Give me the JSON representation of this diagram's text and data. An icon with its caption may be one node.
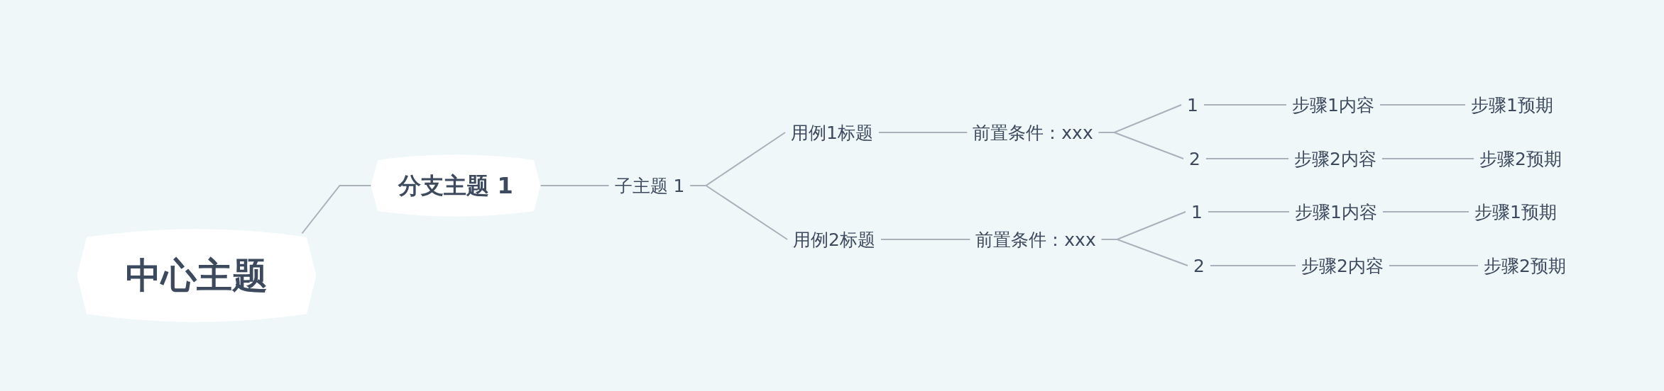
{
  "diagram": {
    "nodes": [
      {
        "text": [
          "中心主题"
        ]
      },
      {
        "text": [
          "分支主题 1"
        ]
      },
      {
        "text": [
          "子主题 1"
        ]
      },
      {
        "text": [
          "用例1标题"
        ]
      },
      {
        "text": [
          "前置条件：xxx"
        ]
      },
      {
        "text": [
          "1"
        ]
      },
      {
        "text": [
          "步骤1内容"
        ]
      },
      {
        "text": [
          "步骤1预期"
        ]
      },
      {
        "text": [
          "2"
        ]
      },
      {
        "text": [
          "步骤2内容"
        ]
      },
      {
        "text": [
          "步骤2预期"
        ]
      },
      {
        "text": [
          "用例2标题"
        ]
      },
      {
        "text": [
          "前置条件：xxx"
        ]
      },
      {
        "text": [
          "1"
        ]
      },
      {
        "text": [
          "步骤1内容"
        ]
      },
      {
        "text": [
          "步骤1预期"
        ]
      },
      {
        "text": [
          "2"
        ]
      },
      {
        "text": [
          "步骤2内容"
        ]
      },
      {
        "text": [
          "步骤2预期"
        ]
      }
    ],
    "edges": [
      {
        "from": 0,
        "to": 1,
        "arrow": "none"
      },
      {
        "from": 1,
        "to": 2,
        "arrow": "none"
      },
      {
        "from": 2,
        "to": 3,
        "arrow": "none"
      },
      {
        "from": 3,
        "to": 4,
        "arrow": "none"
      },
      {
        "from": 4,
        "to": 5,
        "arrow": "none"
      },
      {
        "from": 5,
        "to": 6,
        "arrow": "none"
      },
      {
        "from": 6,
        "to": 7,
        "arrow": "none"
      },
      {
        "from": 4,
        "to": 8,
        "arrow": "none"
      },
      {
        "from": 8,
        "to": 9,
        "arrow": "none"
      },
      {
        "from": 9,
        "to": 10,
        "arrow": "none"
      },
      {
        "from": 2,
        "to": 11,
        "arrow": "none"
      },
      {
        "from": 11,
        "to": 12,
        "arrow": "none"
      },
      {
        "from": 12,
        "to": 13,
        "arrow": "none"
      },
      {
        "from": 13,
        "to": 14,
        "arrow": "none"
      },
      {
        "from": 14,
        "to": 15,
        "arrow": "none"
      },
      {
        "from": 12,
        "to": 16,
        "arrow": "none"
      },
      {
        "from": 16,
        "to": 17,
        "arrow": "none"
      },
      {
        "from": 17,
        "to": 18,
        "arrow": "none"
      }
    ]
  }
}
